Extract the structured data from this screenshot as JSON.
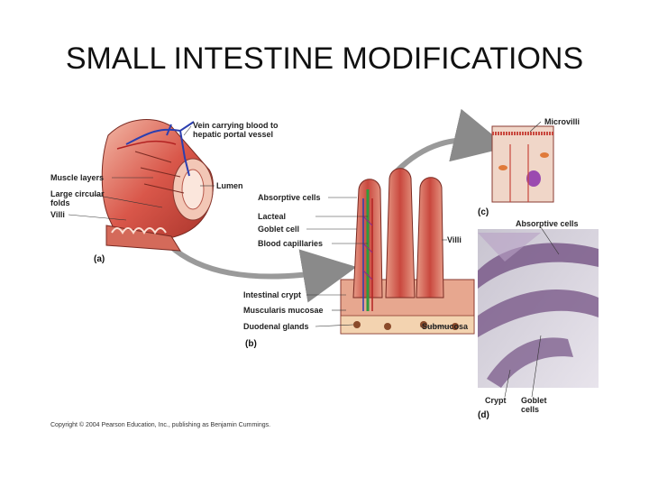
{
  "slide": {
    "title": "SMALL INTESTINE MODIFICATIONS",
    "copyright": "Copyright © 2004 Pearson Education, Inc., publishing as Benjamin Cummings."
  },
  "panel_a": {
    "tag": "(a)",
    "labels": {
      "vein_line1": "Vein carrying blood to",
      "vein_line2": "hepatic portal vessel",
      "muscle_layers": "Muscle layers",
      "large_circular_line1": "Large circular",
      "large_circular_line2": "folds",
      "villi": "Villi",
      "lumen": "Lumen"
    }
  },
  "panel_b": {
    "tag": "(b)",
    "labels": {
      "absorptive_cells": "Absorptive cells",
      "lacteal": "Lacteal",
      "goblet_cell": "Goblet cell",
      "blood_capillaries": "Blood capillaries",
      "villi": "Villi",
      "intestinal_crypt": "Intestinal crypt",
      "muscularis_mucosae": "Muscularis mucosae",
      "duodenal_glands": "Duodenal glands",
      "submucosa": "Submucosa"
    }
  },
  "panel_c": {
    "tag": "(c)",
    "labels": {
      "microvilli": "Microvilli"
    }
  },
  "panel_d": {
    "tag": "(d)",
    "labels": {
      "absorptive_cells": "Absorptive cells",
      "crypt": "Crypt",
      "goblet_line1": "Goblet",
      "goblet_line2": "cells"
    }
  },
  "colors": {
    "tissue_red": "#c0392b",
    "tissue_pink": "#e8a08a",
    "vein_blue": "#2b3fb0",
    "lacteal_green": "#2e9b3c",
    "arrow_gray": "#8a8a8a",
    "histology_purple": "#7a5a8a"
  },
  "icons": [
    "intestine-tube-illustration",
    "villus-illustration",
    "cell-illustration",
    "micrograph-image",
    "curved-arrow-icon"
  ]
}
